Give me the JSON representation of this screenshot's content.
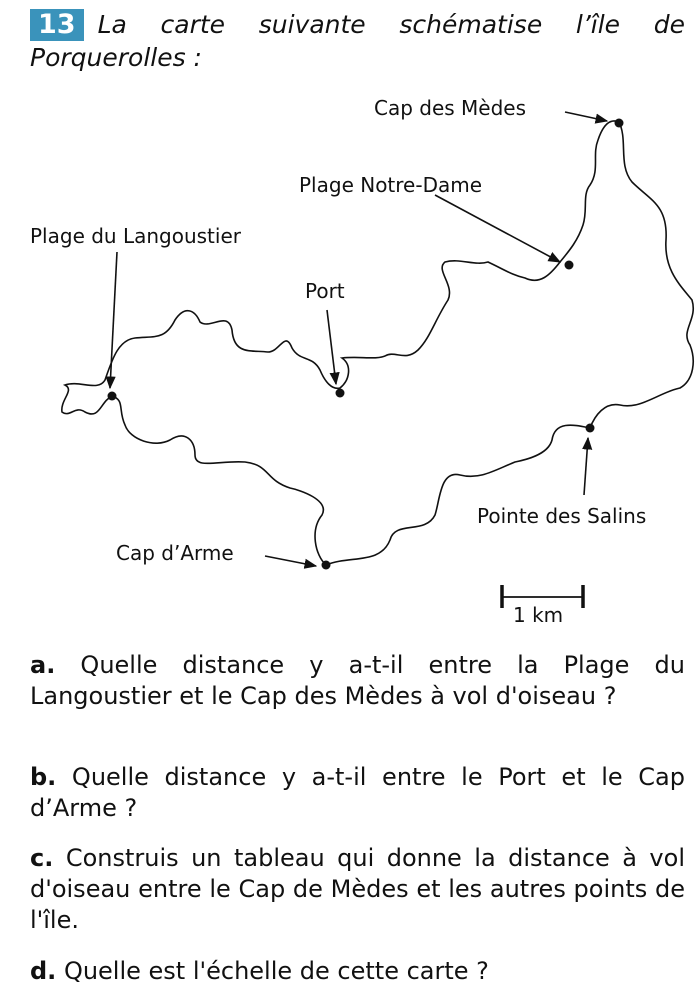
{
  "exercise": {
    "number": "13",
    "intro": "La carte suivante schématise l’île de Porquerolles :",
    "badge_color": "#3a93bb"
  },
  "map": {
    "labels": {
      "cap_medes": "Cap des Mèdes",
      "plage_notre_dame": "Plage Notre-Dame",
      "plage_langoustier": "Plage du Langoustier",
      "port": "Port",
      "pointe_salins": "Pointe des Salins",
      "cap_arme": "Cap d’Arme"
    },
    "scale": "1 km"
  },
  "questions": [
    {
      "letter": "a.",
      "text": "Quelle distance y a-t-il entre la Plage du Langoustier et le Cap des Mèdes à vol d'oiseau ?"
    },
    {
      "letter": "b.",
      "text": "Quelle distance y a-t-il entre le Port et le Cap d’Arme ?"
    },
    {
      "letter": "c.",
      "text": "Construis un tableau qui donne la distance à vol d'oiseau entre le Cap de Mèdes et les autres points de l'île."
    },
    {
      "letter": "d.",
      "text": "Quelle est l'échelle de cette carte ?"
    }
  ]
}
